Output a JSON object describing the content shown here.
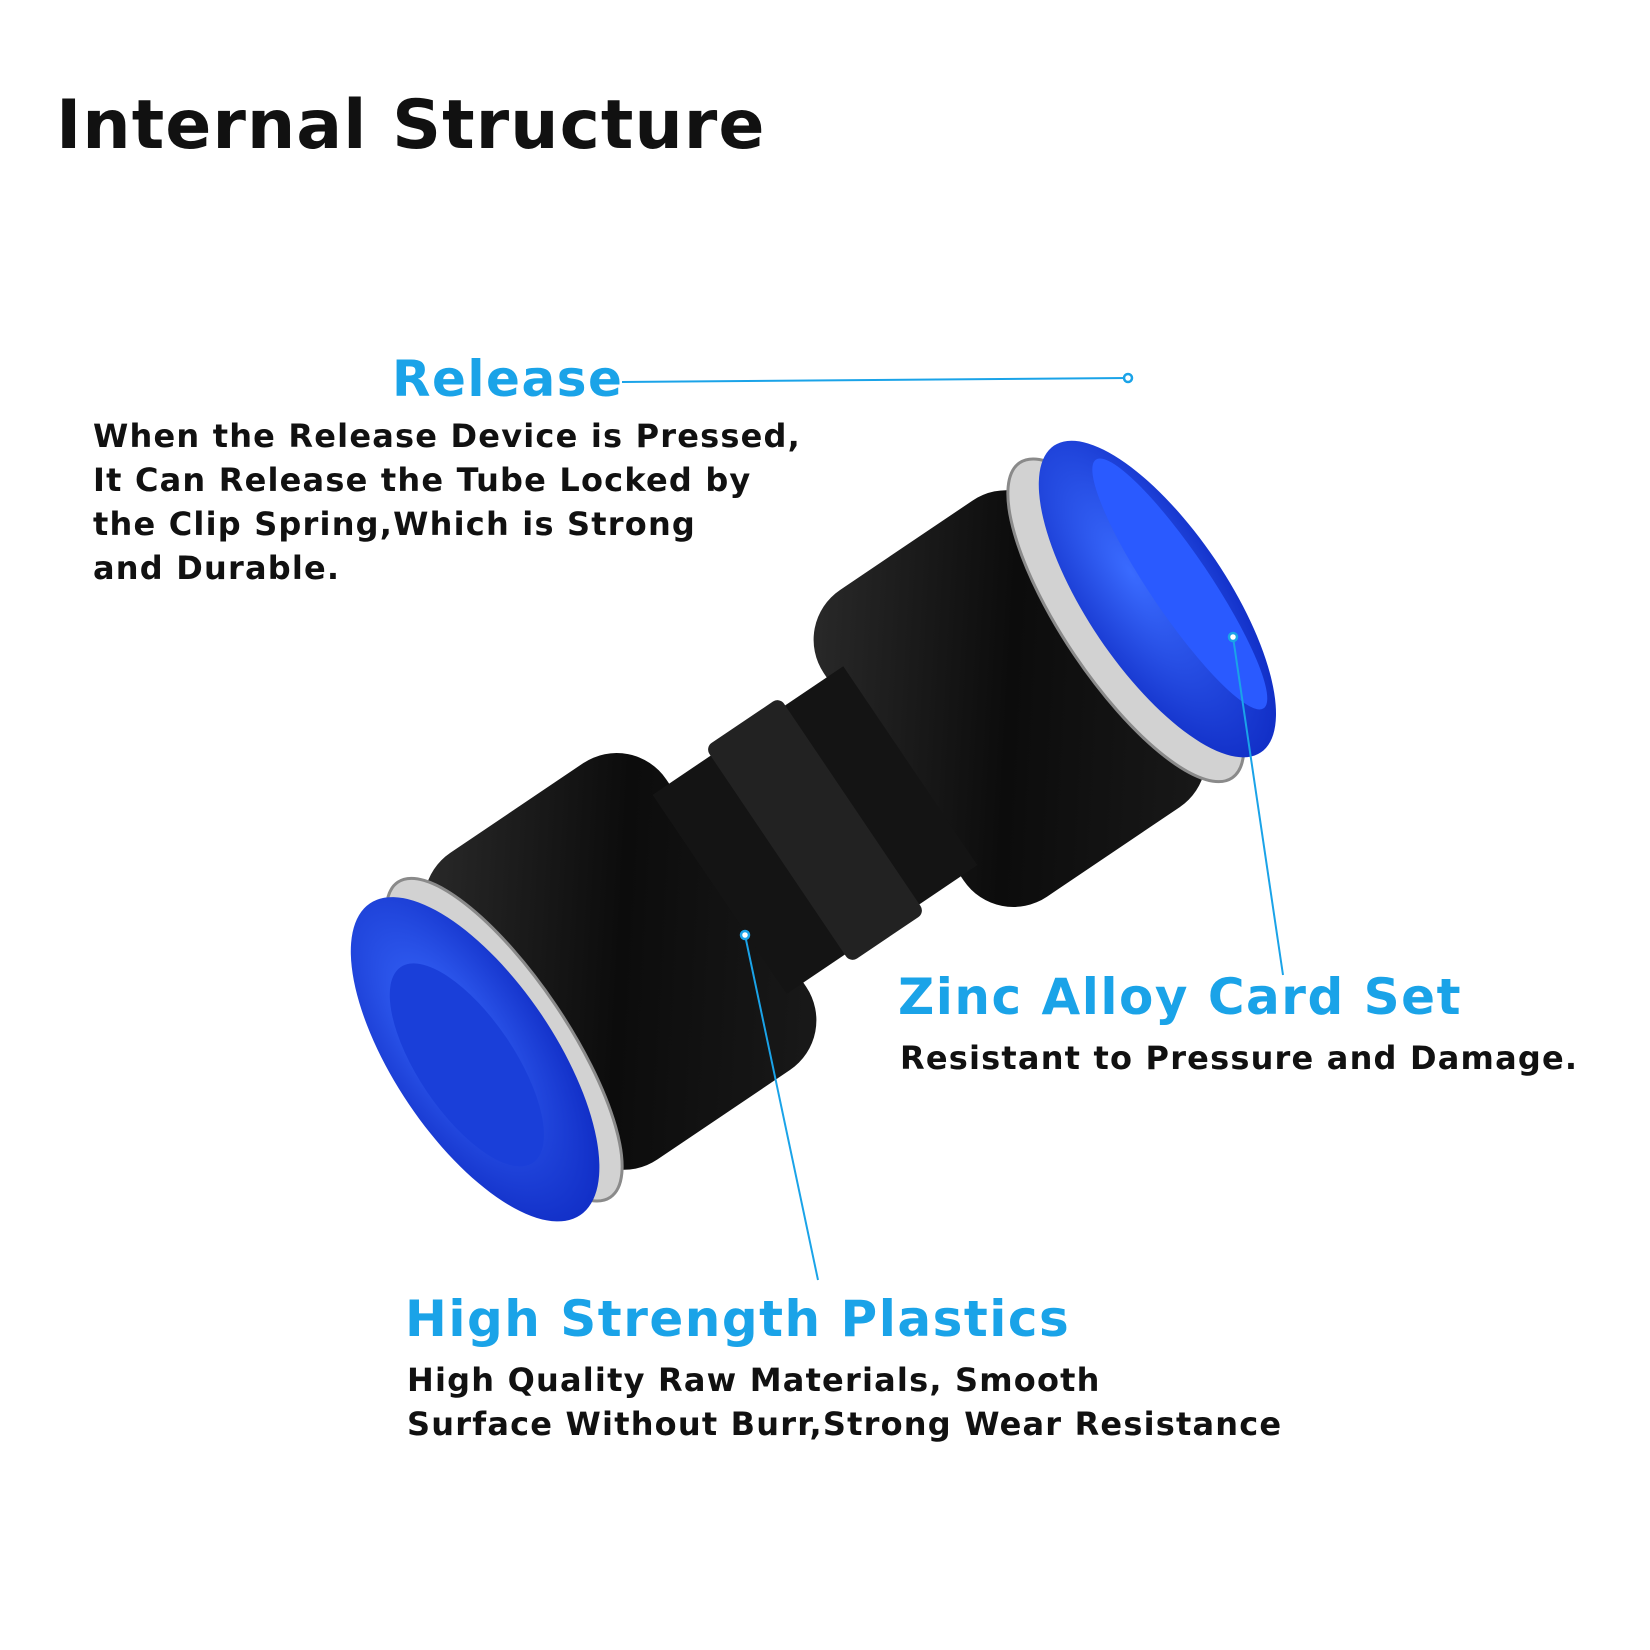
{
  "title": "Internal Structure",
  "accent_color": "#1aa3e8",
  "callouts": {
    "release": {
      "heading": "Release",
      "lines": [
        "When the Release Device is Pressed,",
        "It Can Release the Tube Locked by",
        "the Clip Spring,Which is Strong",
        "and Durable."
      ]
    },
    "zinc": {
      "heading": "Zinc Alloy Card Set",
      "lines": [
        "Resistant to Pressure and Damage."
      ]
    },
    "plastics": {
      "heading": "High Strength Plastics",
      "lines": [
        "High Quality Raw Materials, Smooth",
        "Surface Without Burr,Strong Wear Resistance"
      ]
    }
  },
  "product": {
    "body_color": "#0d0d0d",
    "collet_color": "#1f4ff0",
    "ring_color": "#c9c9c9"
  }
}
